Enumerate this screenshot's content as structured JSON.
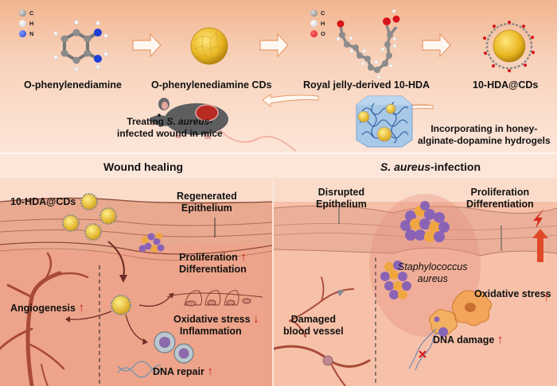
{
  "top": {
    "legend_left": [
      {
        "symbol": "C",
        "color": "#8c8c8c"
      },
      {
        "symbol": "H",
        "color": "#f4f4f4"
      },
      {
        "symbol": "N",
        "color": "#1e3fd6"
      }
    ],
    "legend_right": [
      {
        "symbol": "C",
        "color": "#8c8c8c"
      },
      {
        "symbol": "H",
        "color": "#f4f4f4"
      },
      {
        "symbol": "O",
        "color": "#d8141a"
      }
    ],
    "steps": [
      {
        "label": "O-phenylenediamine"
      },
      {
        "label": "O-phenylenediamine CDs"
      },
      {
        "label": "Royal jelly-derived 10-HDA"
      },
      {
        "label": "10-HDA@CDs"
      }
    ],
    "hydrogel_label_line1": "Incorporating in honey-",
    "hydrogel_label_line2": "alginate-dopamine hydrogels",
    "mice_label_prefix": "Treating ",
    "mice_label_italic": "S. aureus",
    "mice_label_suffix": "-",
    "mice_label_line2": "infected wound in mice"
  },
  "wound_healing": {
    "title": "Wound healing",
    "cds_label": "10-HDA@CDs",
    "epithelium_line1": "Regenerated",
    "epithelium_line2": "Epithelium",
    "proliferation": "Proliferation",
    "differentiation": "Differentiation",
    "angiogenesis": "Angiogenesis",
    "oxidative_stress": "Oxidative stress",
    "inflammation": "Inflammation",
    "dna_repair": "DNA repair",
    "arrow_up": "↑",
    "arrow_down": "↓"
  },
  "infection": {
    "title_italic": "S. aureus",
    "title_suffix": "-infection",
    "disrupted_line1": "Disrupted",
    "disrupted_line2": "Epithelium",
    "proliferation": "Proliferation",
    "differentiation": "Differentiation",
    "bacteria_line1": "Staphylococcus",
    "bacteria_line2": "aureus",
    "oxidative_stress": "Oxidative stress",
    "damaged_line1": "Damaged",
    "damaged_line2": "blood vessel",
    "dna_damage": "DNA damage",
    "arrow_up": "↑"
  },
  "colors": {
    "cd_gold": "#e8b520",
    "bacteria_purple": "#8a63b5",
    "bacteria_orange": "#f0a640",
    "up_arrow": "#c9221b",
    "vessel": "#b5533f"
  }
}
